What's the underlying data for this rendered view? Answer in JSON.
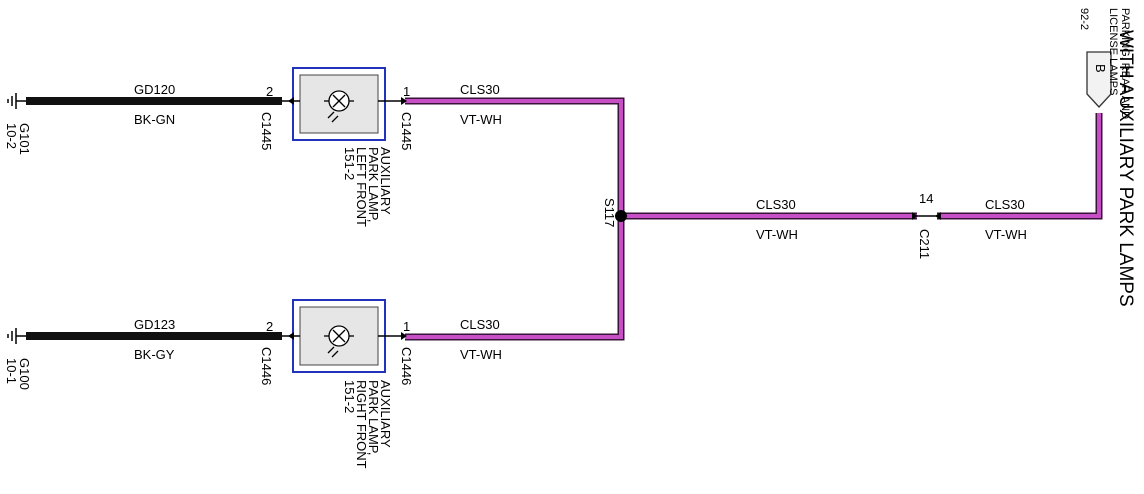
{
  "title": "WITH AUXILIARY PARK LAMPS",
  "colors": {
    "wire_violet": "#c64fc6",
    "wire_violet_dark": "#3a123a",
    "wire_black": "#111111",
    "component_border": "#2233bb"
  },
  "grounds": [
    {
      "id": "G101",
      "page": "10-2",
      "icon": "ground-icon"
    },
    {
      "id": "G100",
      "page": "10-1",
      "icon": "ground-icon"
    }
  ],
  "ground_wires": [
    {
      "circuit": "GD120",
      "color": "BK-GN"
    },
    {
      "circuit": "GD123",
      "color": "BK-GY"
    }
  ],
  "lamps": [
    {
      "ground_pin": "2",
      "ground_connector": "C1445",
      "feed_pin": "1",
      "feed_connector": "C1445",
      "name_lines": [
        "AUXILIARY",
        "PARK LAMP,",
        "LEFT FRONT",
        "151-2"
      ],
      "icon": "lamp-icon"
    },
    {
      "ground_pin": "2",
      "ground_connector": "C1446",
      "feed_pin": "1",
      "feed_connector": "C1446",
      "name_lines": [
        "AUXILIARY",
        "PARK LAMP,",
        "RIGHT FRONT",
        "151-2"
      ],
      "icon": "lamp-icon"
    }
  ],
  "feed_wires": [
    {
      "circuit": "CLS30",
      "color": "VT-WH"
    },
    {
      "circuit": "CLS30",
      "color": "VT-WH"
    }
  ],
  "splice": {
    "id": "S117"
  },
  "trunk_wire": {
    "circuit": "CLS30",
    "color": "VT-WH"
  },
  "inline_connector": {
    "pin": "14",
    "id": "C211"
  },
  "source_wire": {
    "circuit": "CLS30",
    "color": "VT-WH"
  },
  "reference": {
    "letter": "B",
    "page": "92-2",
    "lines": [
      "PARKING, REAR AND",
      "LICENSE LAMPS"
    ]
  }
}
